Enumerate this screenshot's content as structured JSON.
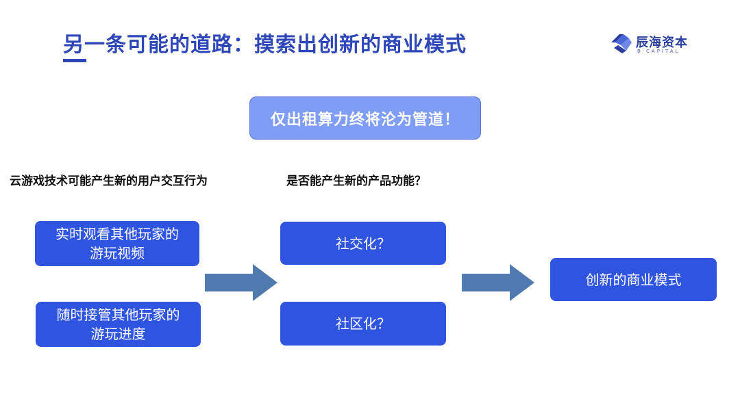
{
  "title": "另一条可能的道路：摸索出创新的商业模式",
  "logo": {
    "name_cn": "辰海资本",
    "name_en": "B·CAPITAL",
    "icon": "brand-logo-icon"
  },
  "banner": {
    "text": "仅出租算力终将沦为管道！"
  },
  "left_heading": "云游戏技术可能产生新的用户交互行为",
  "mid_heading": "是否能产生新的产品功能？",
  "left_boxes": [
    {
      "line1": "实时观看其他玩家的",
      "line2": "游玩视频"
    },
    {
      "line1": "随时接管其他玩家的",
      "line2": "游玩进度"
    }
  ],
  "mid_boxes": [
    {
      "text": "社交化？"
    },
    {
      "text": "社区化？"
    }
  ],
  "right_box": {
    "text": "创新的商业模式"
  },
  "colors": {
    "title": "#2e47b8",
    "banner_fill": "#7f9df5",
    "box_fill": "#2f55e0",
    "arrow_fill": "#4f7ab0"
  }
}
